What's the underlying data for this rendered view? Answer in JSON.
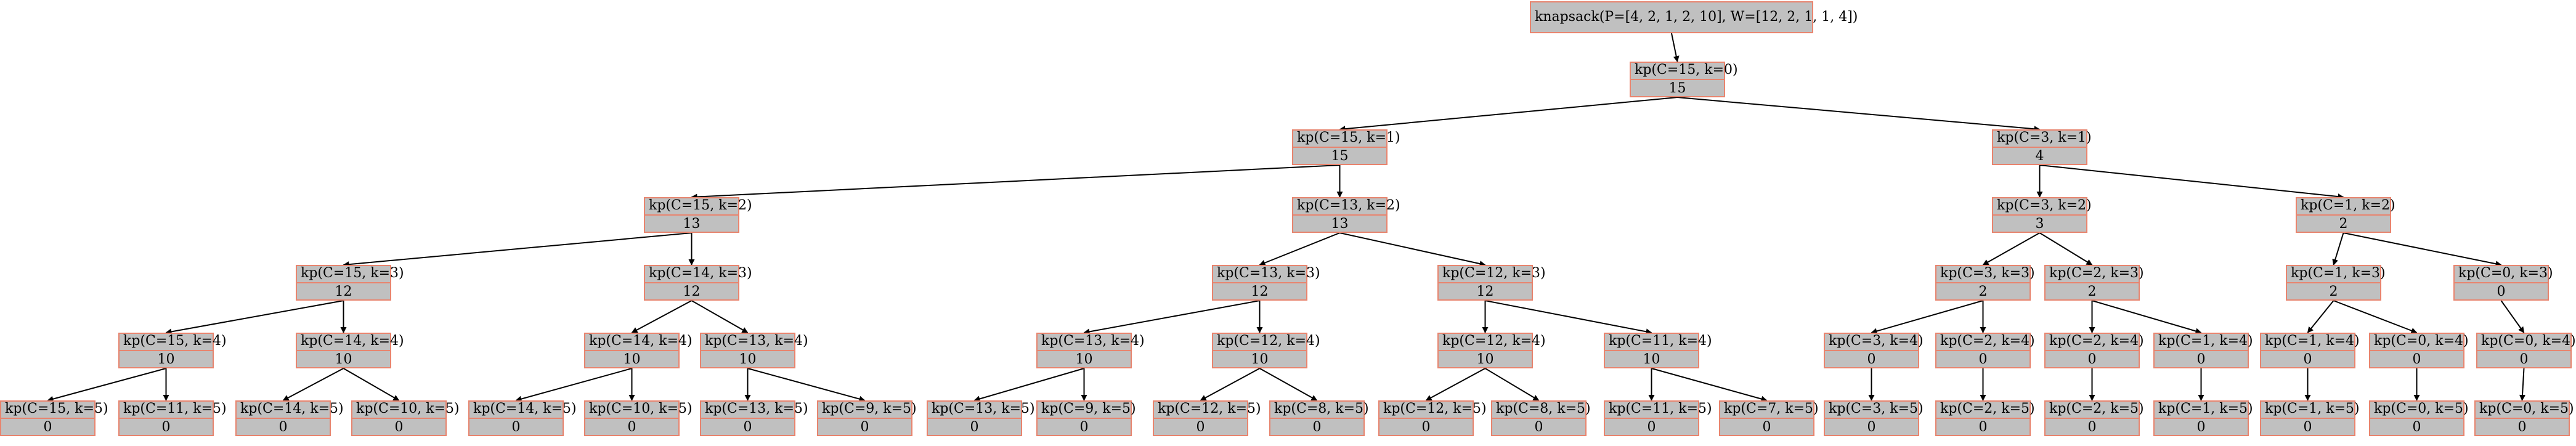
{
  "root_label": "knapsack(P=[4, 2, 1, 2, 10], W=[12, 2, 1, 1, 4])",
  "nodes": [
    {
      "id": "n0",
      "label": "kp(C=15, k=0)",
      "value": "15"
    },
    {
      "id": "n1",
      "label": "kp(C=15, k=1)",
      "value": "15"
    },
    {
      "id": "n2",
      "label": "kp(C=3, k=1)",
      "value": "4"
    },
    {
      "id": "n3",
      "label": "kp(C=15, k=2)",
      "value": "13"
    },
    {
      "id": "n4",
      "label": "kp(C=13, k=2)",
      "value": "13"
    },
    {
      "id": "n5",
      "label": "kp(C=3, k=2)",
      "value": "3"
    },
    {
      "id": "n6",
      "label": "kp(C=1, k=2)",
      "value": "2"
    },
    {
      "id": "n7",
      "label": "kp(C=15, k=3)",
      "value": "12"
    },
    {
      "id": "n8",
      "label": "kp(C=14, k=3)",
      "value": "12"
    },
    {
      "id": "n9",
      "label": "kp(C=13, k=3)",
      "value": "12"
    },
    {
      "id": "n10",
      "label": "kp(C=12, k=3)",
      "value": "12"
    },
    {
      "id": "n11",
      "label": "kp(C=3, k=3)",
      "value": "2"
    },
    {
      "id": "n12",
      "label": "kp(C=2, k=3)",
      "value": "2"
    },
    {
      "id": "n13",
      "label": "kp(C=1, k=3)",
      "value": "2"
    },
    {
      "id": "n14",
      "label": "kp(C=0, k=3)",
      "value": "0"
    },
    {
      "id": "n15",
      "label": "kp(C=15, k=4)",
      "value": "10"
    },
    {
      "id": "n16",
      "label": "kp(C=14, k=4)",
      "value": "10"
    },
    {
      "id": "n17",
      "label": "kp(C=14, k=4)",
      "value": "10"
    },
    {
      "id": "n18",
      "label": "kp(C=13, k=4)",
      "value": "10"
    },
    {
      "id": "n19",
      "label": "kp(C=13, k=4)",
      "value": "10"
    },
    {
      "id": "n20",
      "label": "kp(C=12, k=4)",
      "value": "10"
    },
    {
      "id": "n21",
      "label": "kp(C=12, k=4)",
      "value": "10"
    },
    {
      "id": "n22",
      "label": "kp(C=11, k=4)",
      "value": "10"
    },
    {
      "id": "n23",
      "label": "kp(C=3, k=4)",
      "value": "0"
    },
    {
      "id": "n24",
      "label": "kp(C=2, k=4)",
      "value": "0"
    },
    {
      "id": "n25",
      "label": "kp(C=2, k=4)",
      "value": "0"
    },
    {
      "id": "n26",
      "label": "kp(C=1, k=4)",
      "value": "0"
    },
    {
      "id": "n27",
      "label": "kp(C=1, k=4)",
      "value": "0"
    },
    {
      "id": "n28",
      "label": "kp(C=0, k=4)",
      "value": "0"
    },
    {
      "id": "n29",
      "label": "kp(C=0, k=4)",
      "value": "0"
    },
    {
      "id": "n30",
      "label": "kp(C=15, k=5)",
      "value": "0"
    },
    {
      "id": "n31",
      "label": "kp(C=11, k=5)",
      "value": "0"
    },
    {
      "id": "n32",
      "label": "kp(C=14, k=5)",
      "value": "0"
    },
    {
      "id": "n33",
      "label": "kp(C=10, k=5)",
      "value": "0"
    },
    {
      "id": "n34",
      "label": "kp(C=14, k=5)",
      "value": "0"
    },
    {
      "id": "n35",
      "label": "kp(C=10, k=5)",
      "value": "0"
    },
    {
      "id": "n36",
      "label": "kp(C=13, k=5)",
      "value": "0"
    },
    {
      "id": "n37",
      "label": "kp(C=9, k=5)",
      "value": "0"
    },
    {
      "id": "n38",
      "label": "kp(C=13, k=5)",
      "value": "0"
    },
    {
      "id": "n39",
      "label": "kp(C=9, k=5)",
      "value": "0"
    },
    {
      "id": "n40",
      "label": "kp(C=12, k=5)",
      "value": "0"
    },
    {
      "id": "n41",
      "label": "kp(C=8, k=5)",
      "value": "0"
    },
    {
      "id": "n42",
      "label": "kp(C=12, k=5)",
      "value": "0"
    },
    {
      "id": "n43",
      "label": "kp(C=8, k=5)",
      "value": "0"
    },
    {
      "id": "n44",
      "label": "kp(C=11, k=5)",
      "value": "0"
    },
    {
      "id": "n45",
      "label": "kp(C=7, k=5)",
      "value": "0"
    },
    {
      "id": "n46",
      "label": "kp(C=3, k=5)",
      "value": "0"
    },
    {
      "id": "n47",
      "label": "kp(C=2, k=5)",
      "value": "0"
    },
    {
      "id": "n48",
      "label": "kp(C=2, k=5)",
      "value": "0"
    },
    {
      "id": "n49",
      "label": "kp(C=1, k=5)",
      "value": "0"
    },
    {
      "id": "n50",
      "label": "kp(C=1, k=5)",
      "value": "0"
    },
    {
      "id": "n51",
      "label": "kp(C=0, k=5)",
      "value": "0"
    },
    {
      "id": "n52",
      "label": "kp(C=0, k=5)",
      "value": "0"
    }
  ],
  "edges": [
    [
      "root",
      "n0"
    ],
    [
      "n0",
      "n1"
    ],
    [
      "n0",
      "n2"
    ],
    [
      "n1",
      "n3"
    ],
    [
      "n1",
      "n4"
    ],
    [
      "n2",
      "n5"
    ],
    [
      "n2",
      "n6"
    ],
    [
      "n3",
      "n7"
    ],
    [
      "n3",
      "n8"
    ],
    [
      "n4",
      "n9"
    ],
    [
      "n4",
      "n10"
    ],
    [
      "n5",
      "n11"
    ],
    [
      "n5",
      "n12"
    ],
    [
      "n6",
      "n13"
    ],
    [
      "n6",
      "n14"
    ],
    [
      "n7",
      "n15"
    ],
    [
      "n7",
      "n16"
    ],
    [
      "n8",
      "n17"
    ],
    [
      "n8",
      "n18"
    ],
    [
      "n9",
      "n19"
    ],
    [
      "n9",
      "n20"
    ],
    [
      "n10",
      "n21"
    ],
    [
      "n10",
      "n22"
    ],
    [
      "n11",
      "n23"
    ],
    [
      "n11",
      "n24"
    ],
    [
      "n12",
      "n25"
    ],
    [
      "n12",
      "n26"
    ],
    [
      "n13",
      "n27"
    ],
    [
      "n13",
      "n28"
    ],
    [
      "n14",
      "n29"
    ],
    [
      "n15",
      "n30"
    ],
    [
      "n15",
      "n31"
    ],
    [
      "n16",
      "n32"
    ],
    [
      "n16",
      "n33"
    ],
    [
      "n17",
      "n34"
    ],
    [
      "n17",
      "n35"
    ],
    [
      "n18",
      "n36"
    ],
    [
      "n18",
      "n37"
    ],
    [
      "n19",
      "n38"
    ],
    [
      "n19",
      "n39"
    ],
    [
      "n20",
      "n40"
    ],
    [
      "n20",
      "n41"
    ],
    [
      "n21",
      "n42"
    ],
    [
      "n21",
      "n43"
    ],
    [
      "n22",
      "n44"
    ],
    [
      "n22",
      "n45"
    ],
    [
      "n23",
      "n46"
    ],
    [
      "n24",
      "n47"
    ],
    [
      "n25",
      "n48"
    ],
    [
      "n26",
      "n49"
    ],
    [
      "n27",
      "n50"
    ],
    [
      "n28",
      "n51"
    ],
    [
      "n29",
      "n52"
    ]
  ],
  "colors": {
    "node_fill": "#c0c0c0",
    "node_border": "#e8846e",
    "edge": "#000000"
  }
}
